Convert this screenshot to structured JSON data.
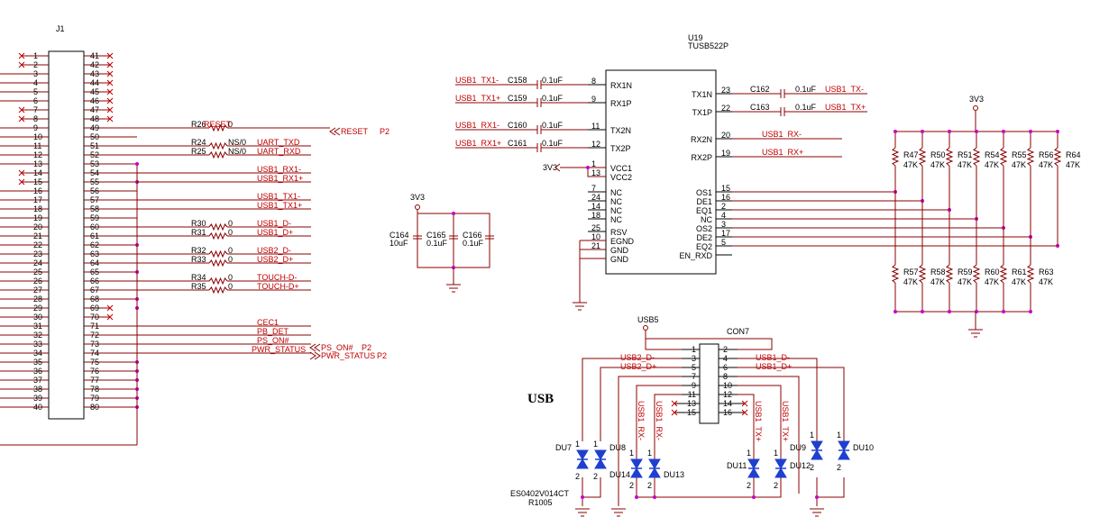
{
  "j1": {
    "ref": "J1",
    "left_pins": [
      "1",
      "2",
      "3",
      "4",
      "5",
      "6",
      "7",
      "8",
      "9",
      "10",
      "11",
      "12",
      "13",
      "14",
      "15",
      "16",
      "17",
      "18",
      "19",
      "20",
      "21",
      "22",
      "23",
      "24",
      "25",
      "26",
      "27",
      "28",
      "29",
      "30",
      "31",
      "32",
      "33",
      "34",
      "35",
      "36",
      "37",
      "38",
      "39",
      "40"
    ],
    "right_pins": [
      "41",
      "42",
      "43",
      "44",
      "45",
      "46",
      "47",
      "48",
      "49",
      "50",
      "51",
      "52",
      "53",
      "54",
      "55",
      "56",
      "57",
      "58",
      "59",
      "60",
      "61",
      "62",
      "63",
      "64",
      "65",
      "66",
      "67",
      "68",
      "69",
      "70",
      "71",
      "72",
      "73",
      "74",
      "75",
      "76",
      "77",
      "78",
      "79",
      "80"
    ]
  },
  "j1_nets": [
    {
      "row": 8,
      "res": "R26",
      "val": "0",
      "net": "RESET"
    },
    {
      "row": 10,
      "res": "R24",
      "val": "NS/0",
      "net": "UART_TXD"
    },
    {
      "row": 11,
      "res": "R25",
      "val": "NS/0",
      "net": "UART_RXD"
    },
    {
      "row": 13,
      "res": "",
      "val": "",
      "net": "USB1_RX1-"
    },
    {
      "row": 14,
      "res": "",
      "val": "",
      "net": "USB1_RX1+"
    },
    {
      "row": 16,
      "res": "",
      "val": "",
      "net": "USB1_TX1-"
    },
    {
      "row": 17,
      "res": "",
      "val": "",
      "net": "USB1_TX1+"
    },
    {
      "row": 19,
      "res": "R30",
      "val": "0",
      "net": "USB1_D-"
    },
    {
      "row": 20,
      "res": "R31",
      "val": "0",
      "net": "USB1_D+"
    },
    {
      "row": 22,
      "res": "R32",
      "val": "0",
      "net": "USB2_D-"
    },
    {
      "row": 23,
      "res": "R33",
      "val": "0",
      "net": "USB2_D+"
    },
    {
      "row": 25,
      "res": "R34",
      "val": "0",
      "net": "TOUCH-D-"
    },
    {
      "row": 26,
      "res": "R35",
      "val": "0",
      "net": "TOUCH-D+"
    },
    {
      "row": 30,
      "res": "",
      "val": "",
      "net": "CEC1"
    },
    {
      "row": 31,
      "res": "",
      "val": "",
      "net": "PB_DET"
    },
    {
      "row": 32,
      "res": "",
      "val": "",
      "net": "PS_ON#"
    },
    {
      "row": 33,
      "res": "",
      "val": "",
      "net": "PWR_STATUS"
    }
  ],
  "offsheet": [
    {
      "name": "RESET",
      "sheet": "P2"
    },
    {
      "name": "PS_ON#",
      "sheet": "P2"
    },
    {
      "name": "PWR_STATUS",
      "sheet": "P2"
    }
  ],
  "u19": {
    "ref": "U19",
    "part": "TUSB522P",
    "left_pins": [
      {
        "num": "8",
        "name": "RX1N"
      },
      {
        "num": "9",
        "name": "RX1P"
      },
      {
        "num": "11",
        "name": "TX2N"
      },
      {
        "num": "12",
        "name": "TX2P"
      },
      {
        "num": "1",
        "name": "VCC1"
      },
      {
        "num": "13",
        "name": "VCC2"
      },
      {
        "num": "7",
        "name": "NC"
      },
      {
        "num": "24",
        "name": "NC"
      },
      {
        "num": "14",
        "name": "NC"
      },
      {
        "num": "18",
        "name": "NC"
      },
      {
        "num": "25",
        "name": "RSV"
      },
      {
        "num": "10",
        "name": "EGND"
      },
      {
        "num": "21",
        "name": "GND"
      },
      {
        "num": "",
        "name": "GND"
      }
    ],
    "right_pins": [
      {
        "num": "23",
        "name": "TX1N"
      },
      {
        "num": "22",
        "name": "TX1P"
      },
      {
        "num": "20",
        "name": "RX2N"
      },
      {
        "num": "19",
        "name": "RX2P"
      },
      {
        "num": "15",
        "name": "OS1"
      },
      {
        "num": "16",
        "name": "DE1"
      },
      {
        "num": "2",
        "name": "EQ1"
      },
      {
        "num": "4",
        "name": "NC"
      },
      {
        "num": "3",
        "name": "OS2"
      },
      {
        "num": "17",
        "name": "DE2"
      },
      {
        "num": "5",
        "name": "EQ2"
      },
      {
        "num": "",
        "name": "EN_RXD"
      }
    ],
    "vcc_label": "3V3"
  },
  "coupling_caps": [
    {
      "net": "USB1_TX1-",
      "ref": "C158",
      "val": "0.1uF"
    },
    {
      "net": "USB1_TX1+",
      "ref": "C159",
      "val": "0.1uF"
    },
    {
      "net": "USB1_RX1-",
      "ref": "C160",
      "val": "0.1uF"
    },
    {
      "net": "USB1_RX1+",
      "ref": "C161",
      "val": "0.1uF"
    }
  ],
  "out_caps": [
    {
      "ref": "C162",
      "val": "0.1uF",
      "net": "USB1_TX-"
    },
    {
      "ref": "C163",
      "val": "0.1uF",
      "net": "USB1_TX+"
    }
  ],
  "rx_nets": [
    "USB1_RX-",
    "USB1_RX+"
  ],
  "decoupling": {
    "rail": "3V3",
    "caps": [
      {
        "ref": "C164",
        "val": "10uF"
      },
      {
        "ref": "C165",
        "val": "0.1uF"
      },
      {
        "ref": "C166",
        "val": "0.1uF"
      }
    ]
  },
  "resistor_bank": {
    "rail": "3V3",
    "top": [
      {
        "ref": "R47",
        "val": "47K"
      },
      {
        "ref": "R50",
        "val": "47K"
      },
      {
        "ref": "R51",
        "val": "47K"
      },
      {
        "ref": "R54",
        "val": "47K"
      },
      {
        "ref": "R55",
        "val": "47K"
      },
      {
        "ref": "R56",
        "val": "47K"
      },
      {
        "ref": "R64",
        "val": "47K"
      }
    ],
    "bottom": [
      {
        "ref": "R57",
        "val": "47K"
      },
      {
        "ref": "R58",
        "val": "47K"
      },
      {
        "ref": "R59",
        "val": "47K"
      },
      {
        "ref": "R60",
        "val": "47K"
      },
      {
        "ref": "R61",
        "val": "47K"
      },
      {
        "ref": "R63",
        "val": "47K"
      }
    ]
  },
  "usb": {
    "title": "USB",
    "conn_ref": "CON7",
    "power_label": "USB5",
    "left_pins": [
      "1",
      "3",
      "5",
      "7",
      "9",
      "11",
      "13",
      "15"
    ],
    "right_pins": [
      "2",
      "4",
      "6",
      "8",
      "10",
      "12",
      "14",
      "16"
    ],
    "left_nets": [
      "USB2_D-",
      "USB2_D+"
    ],
    "right_nets": [
      "USB1_D-",
      "USB1_D+"
    ],
    "vertical_nets": [
      "USB1_RX-",
      "USB1_RX-",
      "USB1_TX+",
      "USB1_TX+"
    ],
    "diodes": [
      "DU7",
      "DU8",
      "DU14",
      "DU13",
      "DU11",
      "DU12",
      "DU9",
      "DU10"
    ],
    "diode_part": "ES0402V014CT",
    "diode_pkg": "R1005"
  }
}
